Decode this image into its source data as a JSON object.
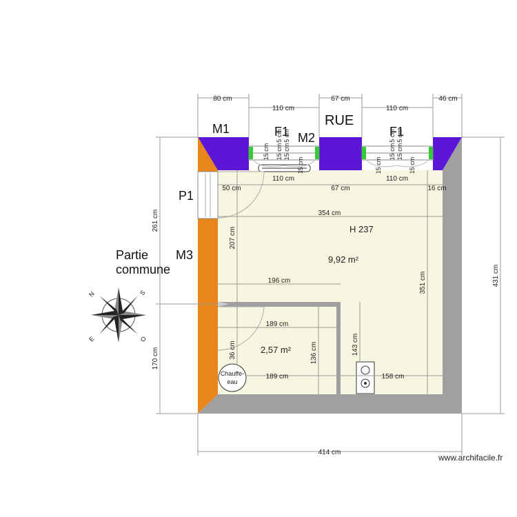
{
  "labels": {
    "m1": "M1",
    "m2": "M2",
    "m3": "M3",
    "f1_left": "F1",
    "f1_right": "F1",
    "p1": "P1",
    "rue": "RUE",
    "partie": "Partie",
    "commune": "commune",
    "height": "H 237",
    "chauffe_line1": "Chauffe-",
    "chauffe_line2": "eau"
  },
  "areas": {
    "main": "9,92 m²",
    "small": "2,57 m²"
  },
  "dimensions": {
    "top_80": "80 cm",
    "top_67": "67 cm",
    "top_46": "46 cm",
    "top_110_left": "110 cm",
    "top_110_right": "110 cm",
    "inner_50": "50 cm",
    "inner_110_left": "110 cm",
    "inner_67": "67 cm",
    "inner_110_right": "110 cm",
    "inner_16": "16 cm",
    "width_354": "354 cm",
    "left_261": "261 cm",
    "left_170": "170 cm",
    "right_431": "431 cm",
    "v_207": "207 cm",
    "v_351": "351 cm",
    "h_196": "196 cm",
    "h_189_top": "189 cm",
    "h_189_bottom": "189 cm",
    "v_36": "36 cm",
    "v_136": "136 cm",
    "v_143": "143 cm",
    "h_158": "158 cm",
    "bottom_414": "414 cm",
    "w_15_a": "15 cm",
    "w_15_b": "15 cm",
    "w_15_c": "15 cm",
    "w_15_d": "15 cm",
    "w_15_e": "15 cm",
    "w_15_f": "15 cm",
    "w_15_g": "15 cm",
    "w_15_h": "15 cm",
    "w_5_a": "5 cm",
    "w_5_b": "5 cm",
    "w_5_c": "5 cm",
    "w_5_d": "5 cm"
  },
  "compass": {
    "n": "N",
    "s": "S",
    "e": "E",
    "o": "O"
  },
  "credit": "www.archifacile.fr",
  "colors": {
    "wall_purple": "#5b16d8",
    "wall_orange": "#e8861a",
    "wall_gray": "#a0a0a0",
    "floor": "#f7f6e1",
    "window_green": "#33cc33"
  }
}
